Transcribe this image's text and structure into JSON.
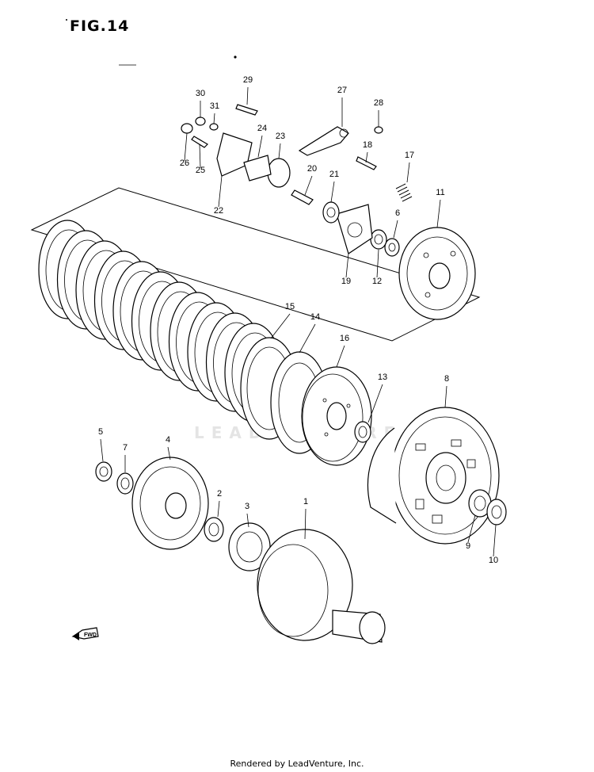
{
  "figure": {
    "title": "FIG.14"
  },
  "footer": {
    "text": "Rendered by LeadVenture, Inc."
  },
  "watermark": {
    "text": "LEADVENTURE"
  },
  "fwd_badge": {
    "text": "FWD"
  },
  "callouts": [
    "1",
    "2",
    "3",
    "4",
    "5",
    "6",
    "7",
    "8",
    "9",
    "10",
    "11",
    "12",
    "13",
    "14",
    "15",
    "16",
    "17",
    "18",
    "19",
    "20",
    "21",
    "22",
    "23",
    "24",
    "25",
    "26",
    "27",
    "28",
    "29",
    "30",
    "31"
  ]
}
